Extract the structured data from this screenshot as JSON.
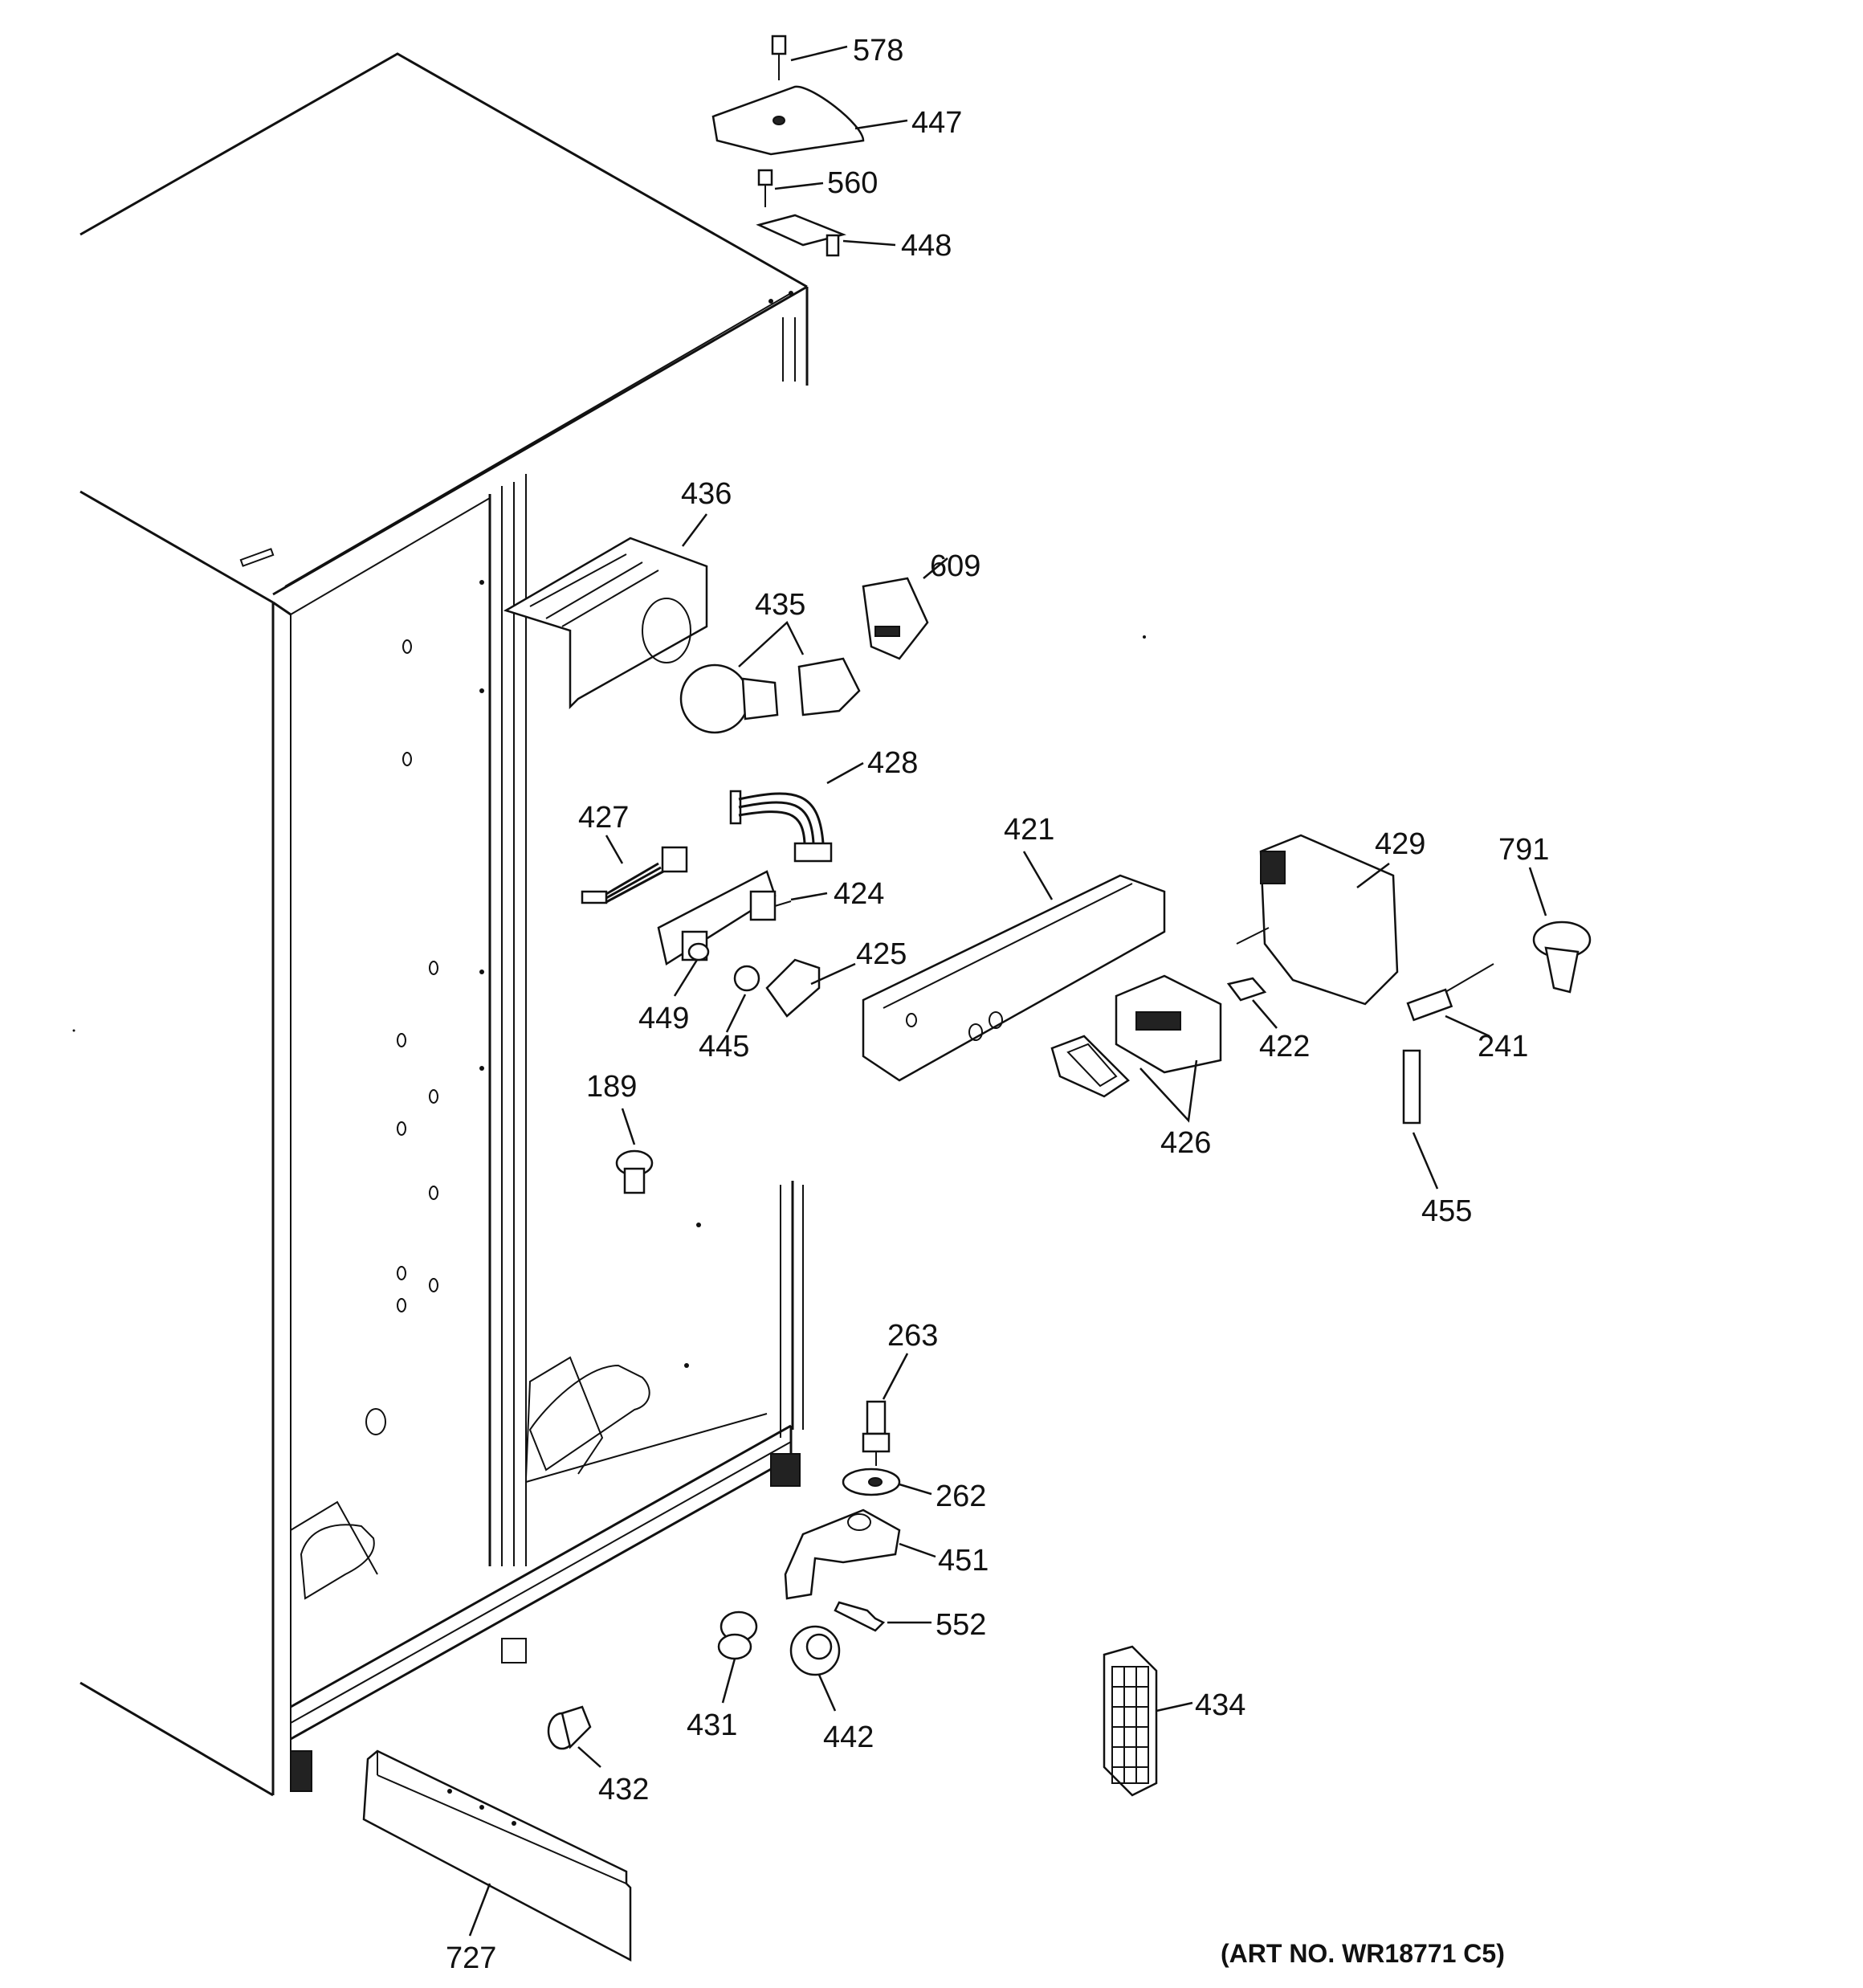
{
  "diagram": {
    "callouts": {
      "c578": "578",
      "c447": "447",
      "c560": "560",
      "c448": "448",
      "c436": "436",
      "c609": "609",
      "c435": "435",
      "c428": "428",
      "c427": "427",
      "c424": "424",
      "c421": "421",
      "c429": "429",
      "c791": "791",
      "c425": "425",
      "c449": "449",
      "c445": "445",
      "c422": "422",
      "c241": "241",
      "c426": "426",
      "c189": "189",
      "c455": "455",
      "c263": "263",
      "c262": "262",
      "c451": "451",
      "c552": "552",
      "c434": "434",
      "c431": "431",
      "c442": "442",
      "c432": "432",
      "c727": "727"
    },
    "art_number": "(ART NO. WR18771 C5)"
  }
}
